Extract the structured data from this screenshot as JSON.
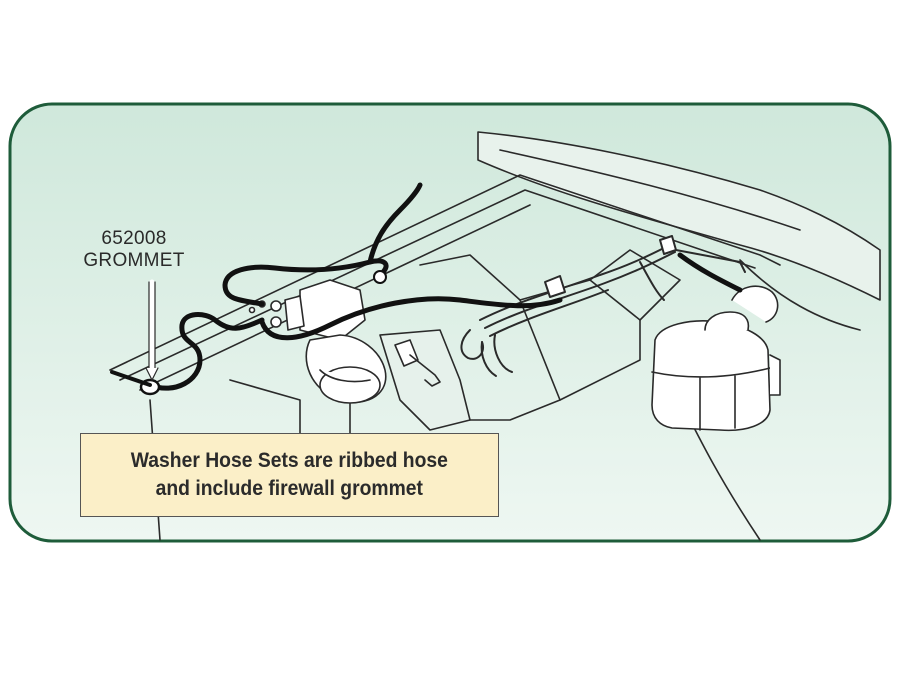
{
  "callout": {
    "part_number": "652008",
    "part_name": "GROMMET"
  },
  "note": {
    "line1": "Washer Hose Sets are ribbed hose",
    "line2": "and include firewall grommet"
  },
  "colors": {
    "panel_fill": "#dcefe5",
    "panel_border": "#1e5c3a",
    "note_fill": "#fbefc8",
    "hose": "#111111",
    "line_art": "#2a2a2a",
    "part_fill": "#ffffff"
  }
}
